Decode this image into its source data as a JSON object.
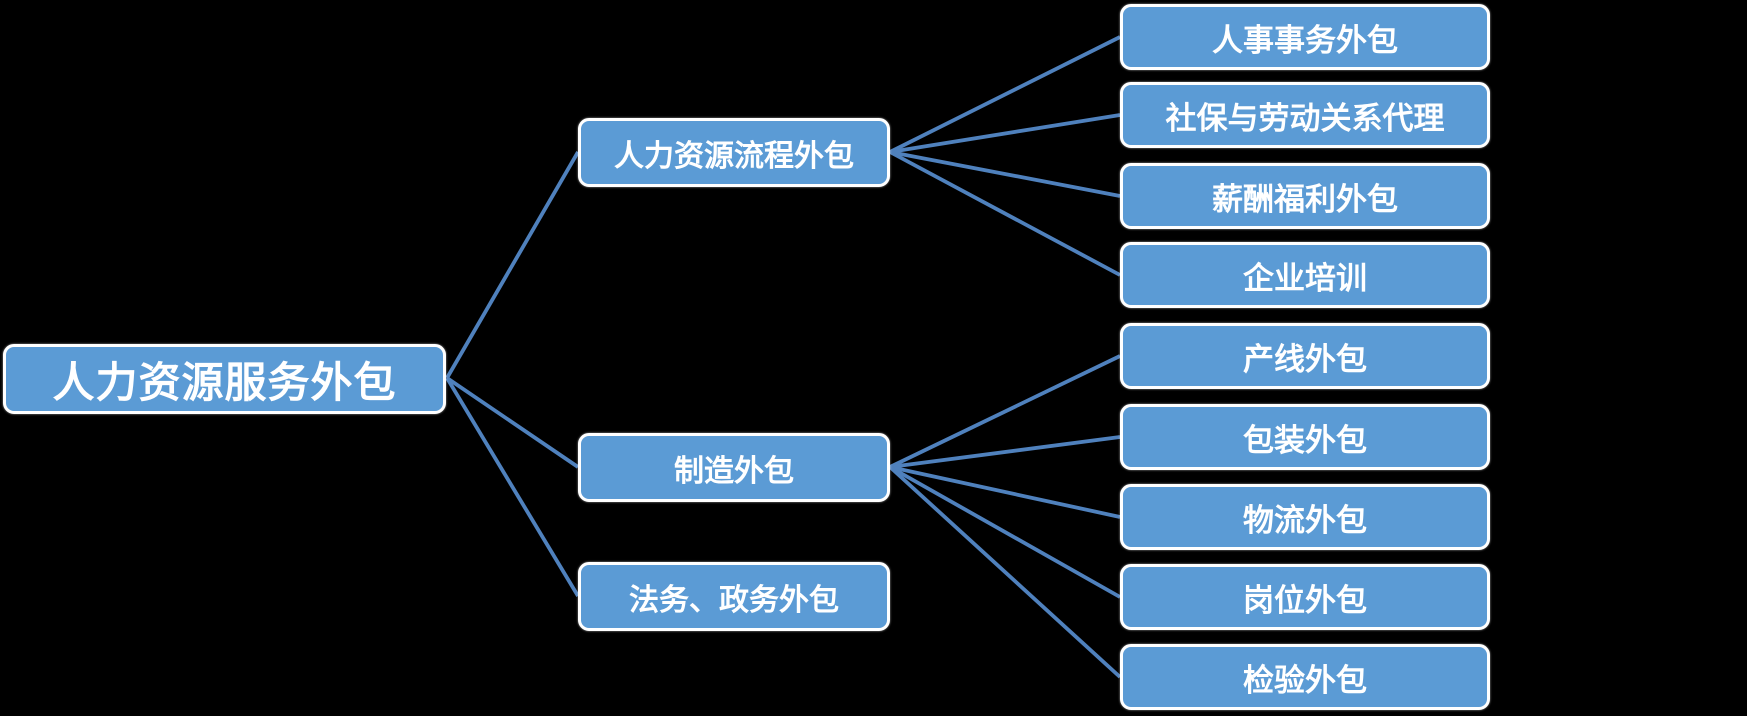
{
  "diagram": {
    "type": "hierarchy-tree",
    "orientation": "left-to-right",
    "colors": {
      "node_fill": "#5B9BD5",
      "node_border": "#FFFFFF",
      "connector_line": "#4F81BD",
      "node_text": "#FFFFFF",
      "background": "#000000"
    },
    "root": {
      "label": "人力资源服务外包"
    },
    "branches": [
      {
        "label": "人力资源流程外包",
        "children": [
          "人事事务外包",
          "社保与劳动关系代理",
          "薪酬福利外包",
          "企业培训"
        ]
      },
      {
        "label": "制造外包",
        "children": [
          "产线外包",
          "包装外包",
          "物流外包",
          "岗位外包",
          "检验外包"
        ]
      },
      {
        "label": "法务、政务外包",
        "children": []
      }
    ]
  }
}
